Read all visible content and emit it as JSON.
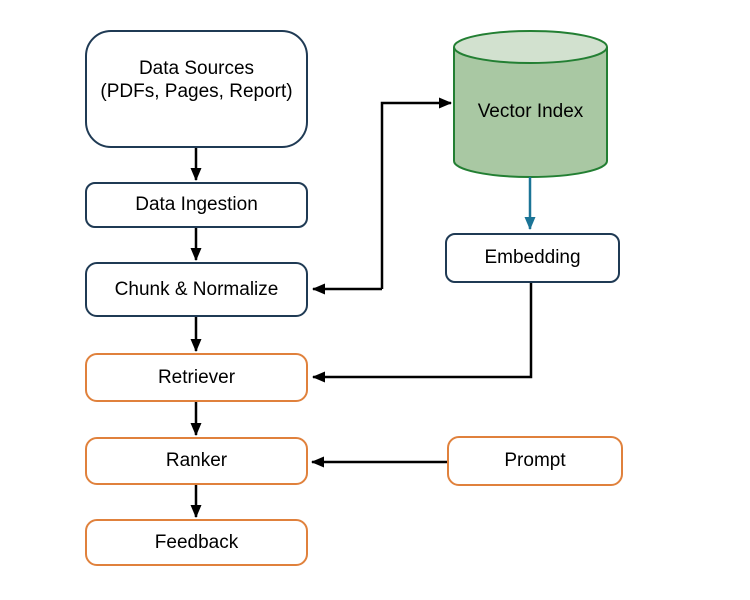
{
  "diagram": {
    "nodes": {
      "data_sources": {
        "line1": "Data Sources",
        "line2": "(PDFs, Pages, Report)"
      },
      "data_ingestion": {
        "label": "Data Ingestion"
      },
      "chunk_normalize": {
        "label": "Chunk & Normalize"
      },
      "retriever": {
        "label": "Retriever"
      },
      "ranker": {
        "label": "Ranker"
      },
      "feedback": {
        "label": "Feedback"
      },
      "vector_index": {
        "label": "Vector Index"
      },
      "embedding": {
        "label": "Embedding"
      },
      "prompt": {
        "label": "Prompt"
      }
    },
    "edges": [
      {
        "from": "data_sources",
        "to": "data_ingestion",
        "color": "#000000",
        "style": "straight-down"
      },
      {
        "from": "data_ingestion",
        "to": "chunk_normalize",
        "color": "#000000",
        "style": "straight-down"
      },
      {
        "from": "chunk_normalize",
        "to": "vector_index",
        "color": "#000000",
        "style": "elbow-up-right"
      },
      {
        "from": "vector_index",
        "to": "chunk_normalize",
        "color": "#000000",
        "style": "elbow-down-left"
      },
      {
        "from": "vector_index",
        "to": "embedding",
        "color": "#1b7496",
        "style": "straight-down"
      },
      {
        "from": "chunk_normalize",
        "to": "retriever",
        "color": "#000000",
        "style": "straight-down"
      },
      {
        "from": "embedding",
        "to": "retriever",
        "color": "#000000",
        "style": "elbow-down-left"
      },
      {
        "from": "retriever",
        "to": "ranker",
        "color": "#000000",
        "style": "straight-down"
      },
      {
        "from": "prompt",
        "to": "ranker",
        "color": "#000000",
        "style": "straight-left"
      },
      {
        "from": "ranker",
        "to": "feedback",
        "color": "#000000",
        "style": "straight-down"
      }
    ],
    "colors": {
      "navy-border": "#1f3a54",
      "orange-border": "#e0813c",
      "green-border": "#237f33",
      "green-fill": "#a9c8a3",
      "green-top-fill": "#d2e1cf",
      "teal-arrow": "#1b7496",
      "edge-black": "#000000",
      "text": "#000000",
      "background": "#ffffff"
    }
  }
}
